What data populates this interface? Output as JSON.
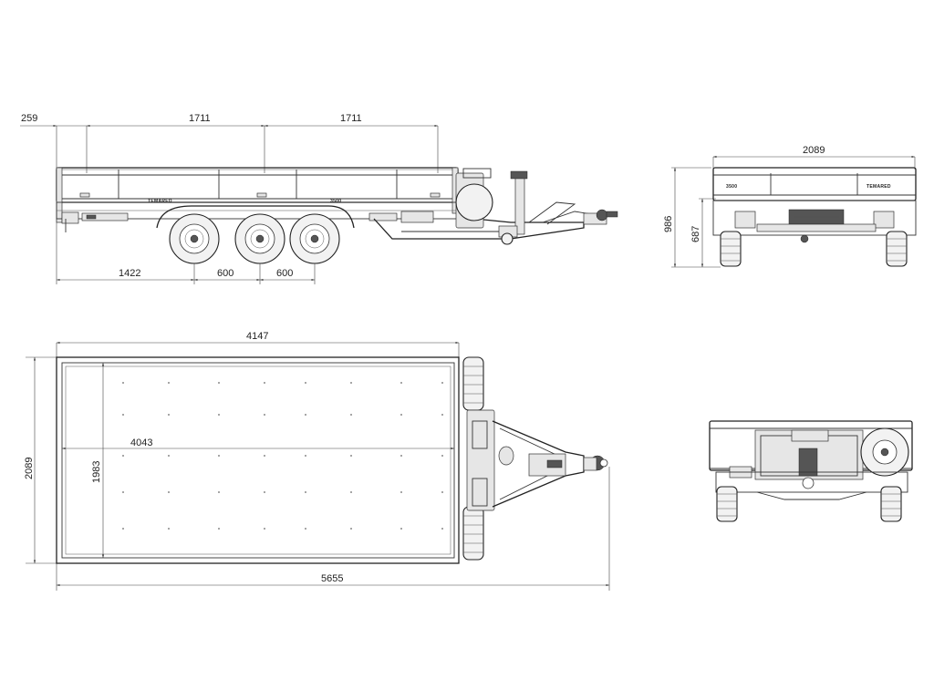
{
  "dimensions": {
    "side_overhang": "259",
    "side_span_1": "1711",
    "side_span_2": "1711",
    "side_front_offset": "1422",
    "side_axle_1": "600",
    "side_axle_2": "600",
    "front_width": "2089",
    "front_height_total": "986",
    "front_height_deck": "687",
    "top_body_length": "4147",
    "top_inner_length": "4043",
    "top_inner_width": "1983",
    "top_width": "2089",
    "top_total_length": "5655"
  },
  "branding": {
    "logo_text": "TEMARED",
    "model_text": "3500"
  },
  "views": [
    "side-view",
    "front-view",
    "top-view",
    "rear-view"
  ]
}
